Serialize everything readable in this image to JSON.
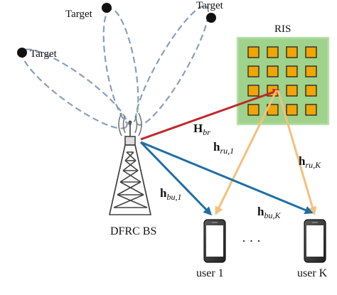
{
  "targets": [
    {
      "label": "Target"
    },
    {
      "label": "Target"
    },
    {
      "label": "Target"
    }
  ],
  "ris": {
    "label": "RIS",
    "grid_rows": 4,
    "grid_cols": 4
  },
  "base_station": {
    "label": "DFRC BS"
  },
  "users": [
    {
      "label": "user 1"
    },
    {
      "label": "user K"
    }
  ],
  "ellipsis": "· · ·",
  "channels": {
    "h_br": {
      "base": "H",
      "sub": "br"
    },
    "h_ru1": {
      "base": "h",
      "sub": "ru,1"
    },
    "h_ruK": {
      "base": "h",
      "sub": "ru,K"
    },
    "h_bu1": {
      "base": "h",
      "sub": "bu,1"
    },
    "h_buK": {
      "base": "h",
      "sub": "bu,K"
    }
  },
  "colors": {
    "beam": "#8a9fb8",
    "bs_to_ris": "#c0272d",
    "ris_to_user": "#f5c07a",
    "bs_to_user": "#1f6fa3",
    "ris_bg": "#9fd28a",
    "ris_element": "#f0a500"
  }
}
